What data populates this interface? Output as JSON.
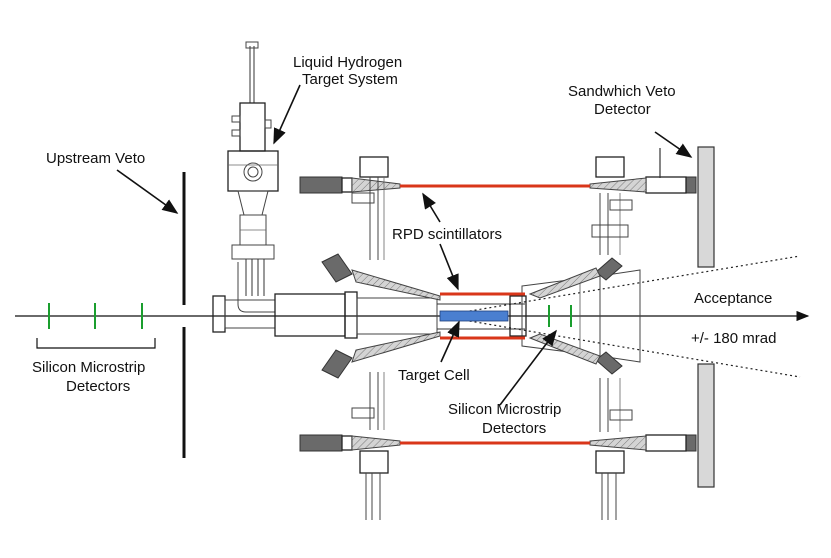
{
  "labels": {
    "lh2_line1": "Liquid Hydrogen",
    "lh2_line2": "Target System",
    "sandwich_line1": "Sandwhich Veto",
    "sandwich_line2": "Detector",
    "upstream_veto": "Upstream Veto",
    "rpd": "RPD scintillators",
    "acceptance": "Acceptance",
    "acceptance_angle": "+/- 180 mrad",
    "silicon_left_line1": "Silicon Microstrip",
    "silicon_left_line2": "Detectors",
    "target_cell": "Target Cell",
    "silicon_center_line1": "Silicon Microstrip",
    "silicon_center_line2": "Detectors"
  },
  "colors": {
    "scintillator": "#d9361a",
    "silicon": "#1a9e2e",
    "target_cell": "#4a7fd0",
    "ink": "#111111",
    "veto_gray": "#d8d8d8"
  }
}
